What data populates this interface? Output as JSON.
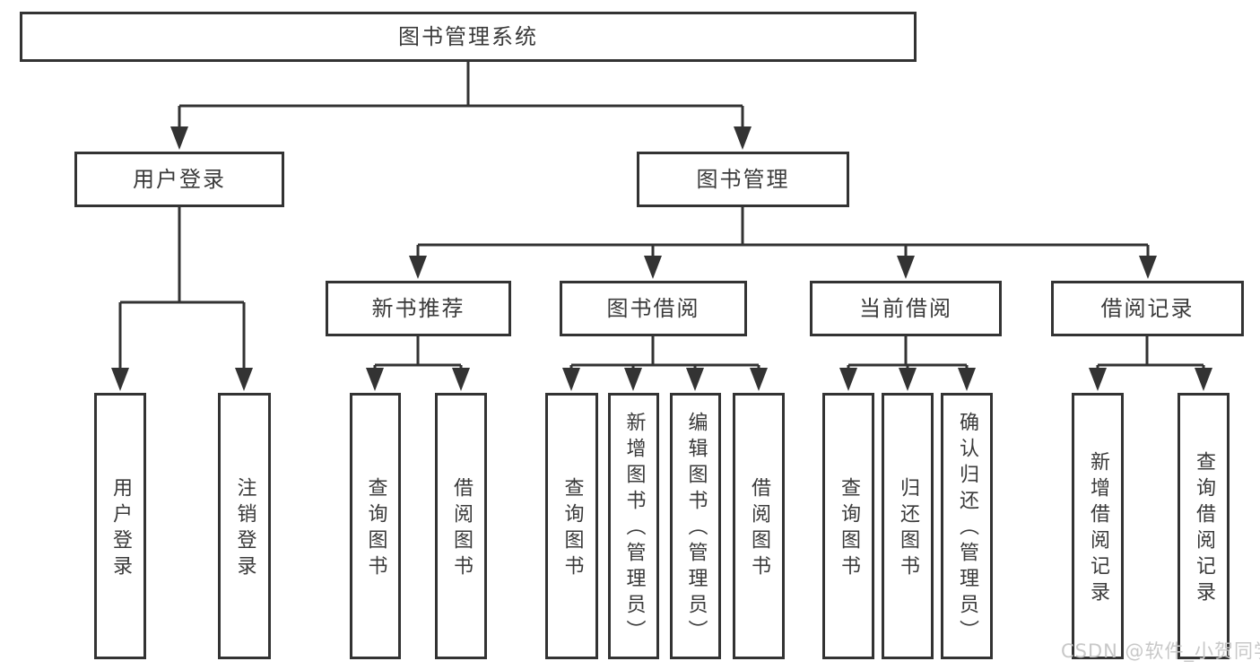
{
  "diagram": {
    "root": {
      "label": "图书管理系统"
    },
    "branches": [
      {
        "label": "用户登录",
        "children": [
          {
            "label": "用户登录"
          },
          {
            "label": "注销登录"
          }
        ]
      },
      {
        "label": "图书管理",
        "children": [
          {
            "label": "新书推荐",
            "children": [
              {
                "label": "查询图书"
              },
              {
                "label": "借阅图书"
              }
            ]
          },
          {
            "label": "图书借阅",
            "children": [
              {
                "label": "查询图书"
              },
              {
                "label": "新增图书（管理员）"
              },
              {
                "label": "编辑图书（管理员）"
              },
              {
                "label": "借阅图书"
              }
            ]
          },
          {
            "label": "当前借阅",
            "children": [
              {
                "label": "查询图书"
              },
              {
                "label": "归还图书"
              },
              {
                "label": "确认归还（管理员）"
              }
            ]
          },
          {
            "label": "借阅记录",
            "children": [
              {
                "label": "新增借阅记录"
              },
              {
                "label": "查询借阅记录"
              }
            ]
          }
        ]
      }
    ]
  },
  "watermark": {
    "text": "CSDN @软件_小贺同学"
  },
  "colors": {
    "line": "#333333",
    "text": "#3a3a3a",
    "box_background": "#ffffff",
    "watermark": "#c8c8c8"
  }
}
